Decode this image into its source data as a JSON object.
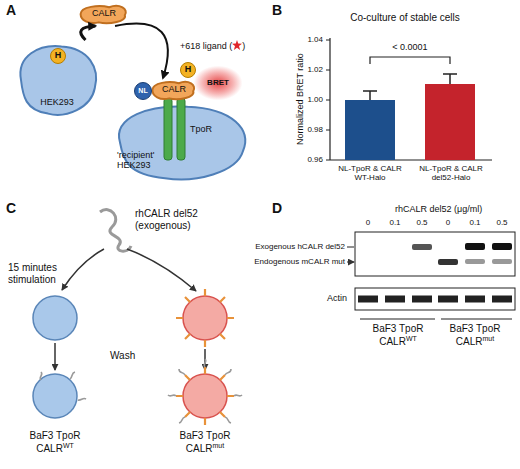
{
  "diagram": {
    "nodes": [
      {
        "text": [
          "HEK293"
        ]
      },
      {
        "text": [
          "H"
        ]
      },
      {
        "text": [
          "CALR"
        ]
      },
      {
        "text": [
          "'recipient' HEK293"
        ]
      },
      {
        "text": [
          "CALR"
        ]
      },
      {
        "text": [
          "NL"
        ]
      },
      {
        "text": [
          "H"
        ]
      },
      {
        "text": [
          "BRET"
        ]
      }
    ],
    "edges": [
      {
        "from": 0,
        "to": 2,
        "arrow": "to"
      },
      {
        "from": 2,
        "to": 4,
        "arrow": "to"
      }
    ],
    "labels": [
      "A",
      "+618 ligand (",
      ")",
      "TpoR",
      "B",
      "Co-culture of stable cells",
      "Normalized BRET ratio",
      "1.04",
      "1.02",
      "1.00",
      "0.98",
      "0.96",
      "< 0.0001",
      "NL-TpoR & CALR WT-Halo",
      "NL-TpoR & CALR del52-Halo",
      "C",
      "rhCALR del52 (exogenous)",
      "15 minutes stimulation",
      "Wash",
      "BaF3 TpoR CALR",
      "WT",
      "BaF3 TpoR CALR",
      "mut",
      "D",
      "rhCALR del52 (μg/ml)",
      "0",
      "0.1",
      "0.5",
      "0",
      "0.1",
      "0.5",
      "Exogenous hCALR del52",
      "Endogenous mCALR mut",
      "Actin",
      "BaF3 TpoR CALR",
      "WT",
      "BaF3 TpoR CALR",
      "mut"
    ]
  }
}
